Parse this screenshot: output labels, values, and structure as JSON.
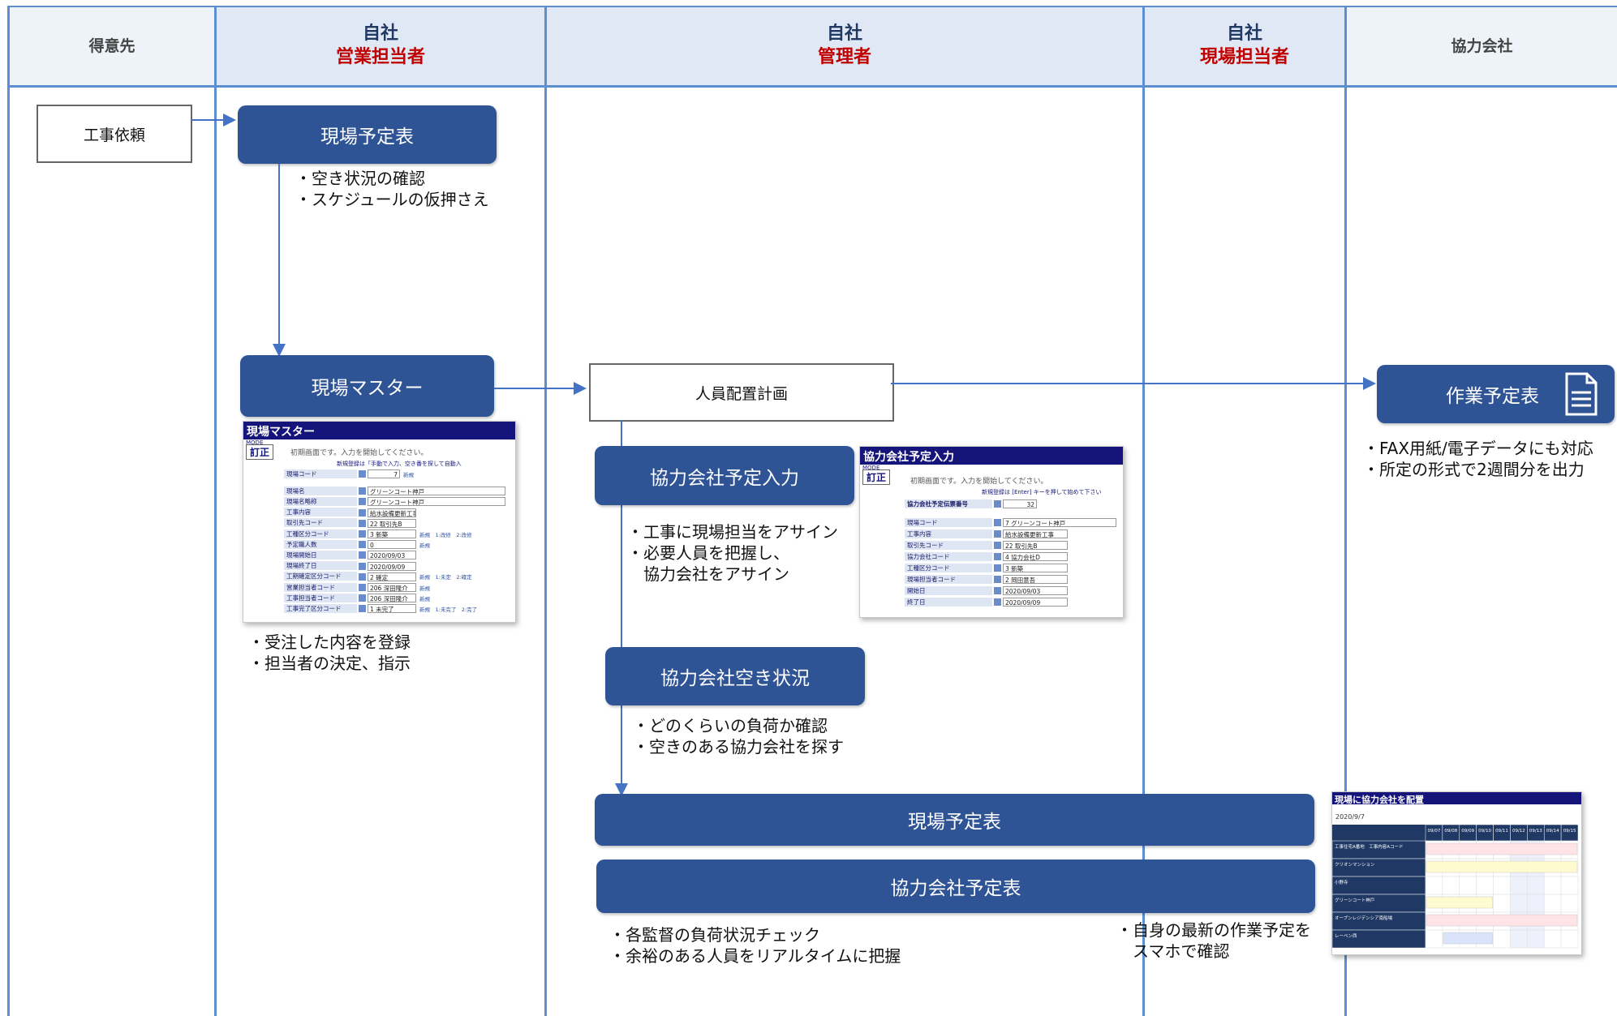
{
  "lanes": [
    {
      "line1": "得意先",
      "line2": ""
    },
    {
      "line1": "自社",
      "line2": "営業担当者"
    },
    {
      "line1": "自社",
      "line2": "管理者"
    },
    {
      "line1": "自社",
      "line2": "現場担当者"
    },
    {
      "line1": "協力会社",
      "line2": ""
    }
  ],
  "boxes": {
    "koji_irai": "工事依頼",
    "genba_yoteihyo_top": "現場予定表",
    "genba_master": "現場マスター",
    "jinin_haichi": "人員配置計画",
    "kyoryoku_yotei_nyuryoku": "協力会社予定入力",
    "kyoryoku_aki": "協力会社空き状況",
    "genba_yoteihyo_bottom": "現場予定表",
    "kyoryoku_yoteihyo": "協力会社予定表",
    "sagyo_yoteihyo": "作業予定表"
  },
  "notes": {
    "yoteihyo_top": [
      "・空き状況の確認",
      "・スケジュールの仮押さえ"
    ],
    "master": [
      "・受注した内容を登録",
      "・担当者の決定、指示"
    ],
    "yotei_nyuryoku": [
      "・工事に現場担当をアサイン",
      "・必要人員を把握し、",
      "　協力会社をアサイン"
    ],
    "aki": [
      "・どのくらいの負荷か確認",
      "・空きのある協力会社を探す"
    ],
    "bottom_admin": [
      "・各監督の負荷状況チェック",
      "・余裕のある人員をリアルタイムに把握"
    ],
    "genba_tanto": [
      "・自身の最新の作業予定を",
      "　スマホで確認"
    ],
    "sagyo": [
      "・FAX用紙/電子データにも対応",
      "・所定の形式で2週間分を出力"
    ]
  },
  "thumb_master": {
    "title": "現場マスター",
    "mode": "MODE",
    "mode_button": "訂正",
    "hint": "初期画面です。入力を開始してください。",
    "hint2": "新規登録は「手動で入力、空き番を探して自動入",
    "rows": [
      {
        "label": "現場コード",
        "value": "7",
        "note": "新規"
      },
      {
        "label": "現場名",
        "value": "グリーンコート神戸",
        "note": ""
      },
      {
        "label": "現場名略称",
        "value": "グリーンコート神戸",
        "note": ""
      },
      {
        "label": "工事内容",
        "value": "給水設備更新工事",
        "note": ""
      },
      {
        "label": "取引先コード",
        "value": "22 取引先B",
        "note": ""
      },
      {
        "label": "工種区分コード",
        "value": "3 新築",
        "note": "新規　1:改修　2:改修"
      },
      {
        "label": "予定職人数",
        "value": "0",
        "note": "新規"
      },
      {
        "label": "現場開始日",
        "value": "2020/09/03",
        "note": ""
      },
      {
        "label": "現場終了日",
        "value": "2020/09/09",
        "note": ""
      },
      {
        "label": "工期確定区分コード",
        "value": "2 確定",
        "note": "新規　1:未定　2:確定"
      },
      {
        "label": "営業担当者コード",
        "value": "206 深田隆介",
        "note": "新規"
      },
      {
        "label": "工事担当者コード",
        "value": "206 深田隆介",
        "note": "新規"
      },
      {
        "label": "工事完了区分コード",
        "value": "1 未完了",
        "note": "新規　1:未完了　2:完了"
      }
    ]
  },
  "thumb_yotei": {
    "title": "協力会社予定入力",
    "mode": "MODE",
    "mode_button": "訂正",
    "hint": "初期画面です。入力を開始してください。",
    "hint2": "新規登録は [Enter] キーを押して始めて下さい",
    "number_label": "協力会社予定伝票番号",
    "number_value": "32",
    "rows": [
      {
        "label": "現場コード",
        "value": "7 グリーンコート神戸"
      },
      {
        "label": "工事内容",
        "value": "給水設備更新工事"
      },
      {
        "label": "取引先コード",
        "value": "22 取引先B"
      },
      {
        "label": "協力会社コード",
        "value": "4 協力会社D"
      },
      {
        "label": "工種区分コード",
        "value": "3 新築"
      },
      {
        "label": "現場担当者コード",
        "value": "2 岡田意吾"
      },
      {
        "label": "開始日",
        "value": "2020/09/03"
      },
      {
        "label": "終了日",
        "value": "2020/09/09"
      }
    ]
  },
  "thumb_haichi": {
    "title": "現場に協力会社を配置",
    "date": "2020/9/7",
    "sites": [
      "工事住宅A番地　工事内容Aコード",
      "クリオンマンション",
      "小野寺",
      "グリーンコート神戸",
      "オープンレジデンシア南船場",
      "レーベン西"
    ],
    "days": [
      "09/07",
      "09/08",
      "09/09",
      "09/10",
      "09/11",
      "09/12",
      "09/13",
      "09/14",
      "09/15"
    ]
  },
  "colors": {
    "lane_header_bg": "#dfe8f4",
    "lane_border": "#5b8fd0",
    "box_blue": "#2f5496",
    "accent_red": "#c00000",
    "accent_navy": "#1f3864"
  }
}
